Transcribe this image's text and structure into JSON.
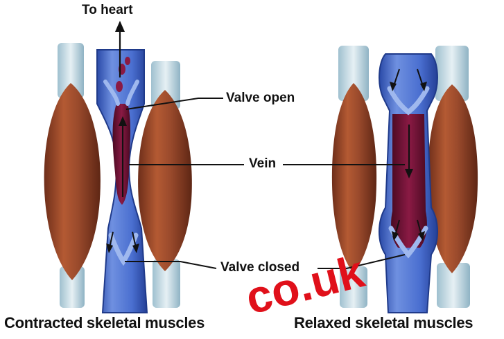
{
  "labels": {
    "to_heart": "To heart",
    "valve_open": "Valve open",
    "vein": "Vein",
    "valve_closed": "Valve closed"
  },
  "captions": {
    "left": "Contracted skeletal muscles",
    "right": "Relaxed skeletal muscles"
  },
  "watermark": "co.uk",
  "colors": {
    "muscle": "#9a4a2c",
    "muscle_dark": "#6e2e1a",
    "tendon": "#c9dde6",
    "vein_wall": "#3d63c4",
    "vein_light": "#6f90e0",
    "blood": "#6a1034",
    "watermark": "#e0101a"
  }
}
